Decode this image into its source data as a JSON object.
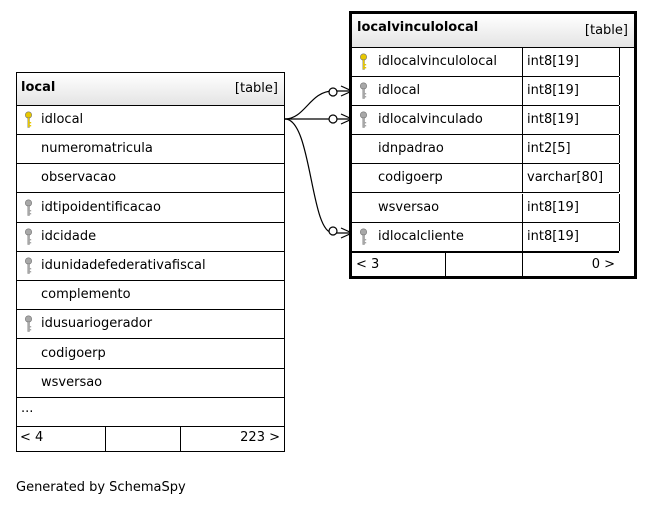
{
  "tables": {
    "local": {
      "name": "local",
      "kind": "[table]",
      "columns": [
        {
          "name": "idlocal",
          "key": "primary"
        },
        {
          "name": "numeromatricula",
          "key": "none"
        },
        {
          "name": "observacao",
          "key": "none"
        },
        {
          "name": "idtipoidentificacao",
          "key": "foreign"
        },
        {
          "name": "idcidade",
          "key": "foreign"
        },
        {
          "name": "idunidadefederativafiscal",
          "key": "foreign"
        },
        {
          "name": "complemento",
          "key": "none"
        },
        {
          "name": "idusuariogerador",
          "key": "foreign"
        },
        {
          "name": "codigoerp",
          "key": "none"
        },
        {
          "name": "wsversao",
          "key": "none"
        }
      ],
      "more": "...",
      "parents": "< 4",
      "children": "223 >"
    },
    "localvinculolocal": {
      "name": "localvinculolocal",
      "kind": "[table]",
      "columns": [
        {
          "name": "idlocalvinculolocal",
          "type": "int8[19]",
          "key": "primary"
        },
        {
          "name": "idlocal",
          "type": "int8[19]",
          "key": "foreign"
        },
        {
          "name": "idlocalvinculado",
          "type": "int8[19]",
          "key": "foreign"
        },
        {
          "name": "idnpadrao",
          "type": "int2[5]",
          "key": "none"
        },
        {
          "name": "codigoerp",
          "type": "varchar[80]",
          "key": "none"
        },
        {
          "name": "wsversao",
          "type": "int8[19]",
          "key": "none"
        },
        {
          "name": "idlocalcliente",
          "type": "int8[19]",
          "key": "foreign"
        }
      ],
      "parents": "< 3",
      "children": "0 >"
    }
  },
  "credit": "Generated by SchemaSpy",
  "colors": {
    "primary_key": "#e8c800",
    "foreign_key": "#a8a8a8",
    "line": "#000000"
  }
}
